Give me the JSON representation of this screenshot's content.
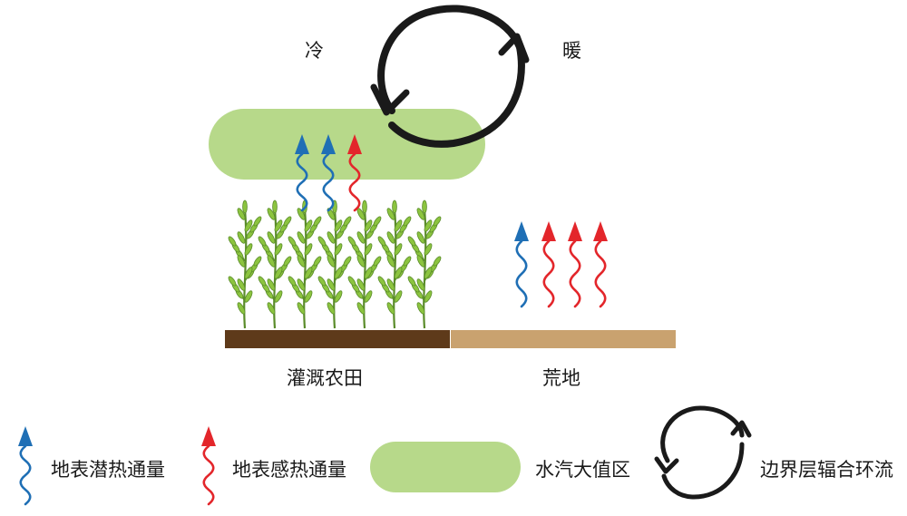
{
  "labels": {
    "cold": "冷",
    "warm": "暖",
    "irrigated": "灌溉农田",
    "barren": "荒地"
  },
  "legend": {
    "latent": "地表潜热通量",
    "sensible": "地表感热通量",
    "vapor": "水汽大值区",
    "circulation": "边界层辐合环流"
  },
  "colors": {
    "latent": "#1f6fb5",
    "sensible": "#e3262b",
    "vapor": "#b7d98a",
    "irrigated_soil": "#5e3a1a",
    "barren_soil": "#c9a26f",
    "plant_stem": "#5a8c2a",
    "plant_leaf": "#8cc43f",
    "circulation": "#1a1a1a"
  },
  "icons": {
    "latent_arrow": "blue-wavy-up-arrow",
    "sensible_arrow": "red-wavy-up-arrow",
    "vapor_zone": "green-rounded-rectangle",
    "circulation": "clockwise-circular-arrow"
  },
  "irrigated_arrows": [
    "latent",
    "latent",
    "sensible"
  ],
  "barren_arrows": [
    "latent",
    "sensible",
    "sensible",
    "sensible"
  ],
  "plant_count": 7
}
